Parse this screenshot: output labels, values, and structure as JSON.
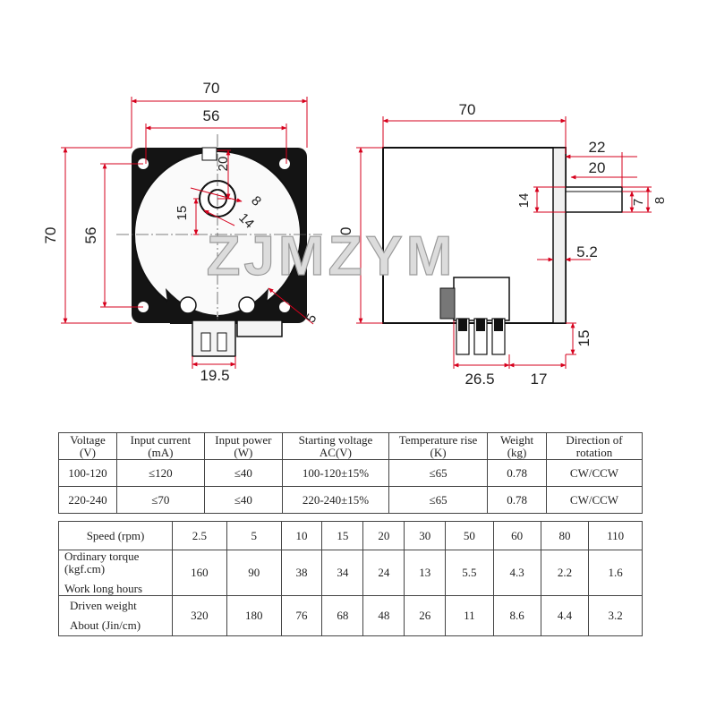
{
  "brand": "ZJMZYM",
  "front_view": {
    "width": "70",
    "hole_spacing_h": "56",
    "height": "70",
    "hole_spacing_v": "56",
    "shaft_offset": "20",
    "shaft_offset_v": "15",
    "shaft_dia": "8",
    "boss_dia": "14",
    "hole_dia": "5",
    "terminal_width": "19.5"
  },
  "side_view": {
    "length": "70",
    "height": "70",
    "shaft_total": "22",
    "shaft_length": "20",
    "boss_dia": "14",
    "shaft_flat": "7",
    "shaft_dia": "8",
    "flange": "5.2",
    "terminal_height": "15",
    "terminal_pos": "26.5",
    "terminal_offset": "17"
  },
  "spec_table": {
    "headers": [
      "Voltage (V)",
      "Input current (mA)",
      "Input power (W)",
      "Starting voltage AC(V)",
      "Temperature rise (K)",
      "Weight (kg)",
      "Direction of rotation"
    ],
    "rows": [
      [
        "100-120",
        "≤120",
        "≤40",
        "100-120±15%",
        "≤65",
        "0.78",
        "CW/CCW"
      ],
      [
        "220-240",
        "≤70",
        "≤40",
        "220-240±15%",
        "≤65",
        "0.78",
        "CW/CCW"
      ]
    ]
  },
  "speed_table": {
    "speed_label": "Speed (rpm)",
    "speeds": [
      "2.5",
      "5",
      "10",
      "15",
      "20",
      "30",
      "50",
      "60",
      "80",
      "110"
    ],
    "torque_label_1": "Ordinary torque (kgf.cm)",
    "torque_label_2": "Work long hours",
    "torque": [
      "160",
      "90",
      "38",
      "34",
      "24",
      "13",
      "5.5",
      "4.3",
      "2.2",
      "1.6"
    ],
    "weight_label_1": "Driven weight",
    "weight_label_2": "About (Jin/cm)",
    "weight": [
      "320",
      "180",
      "76",
      "68",
      "48",
      "26",
      "11",
      "8.6",
      "4.4",
      "3.2"
    ]
  }
}
